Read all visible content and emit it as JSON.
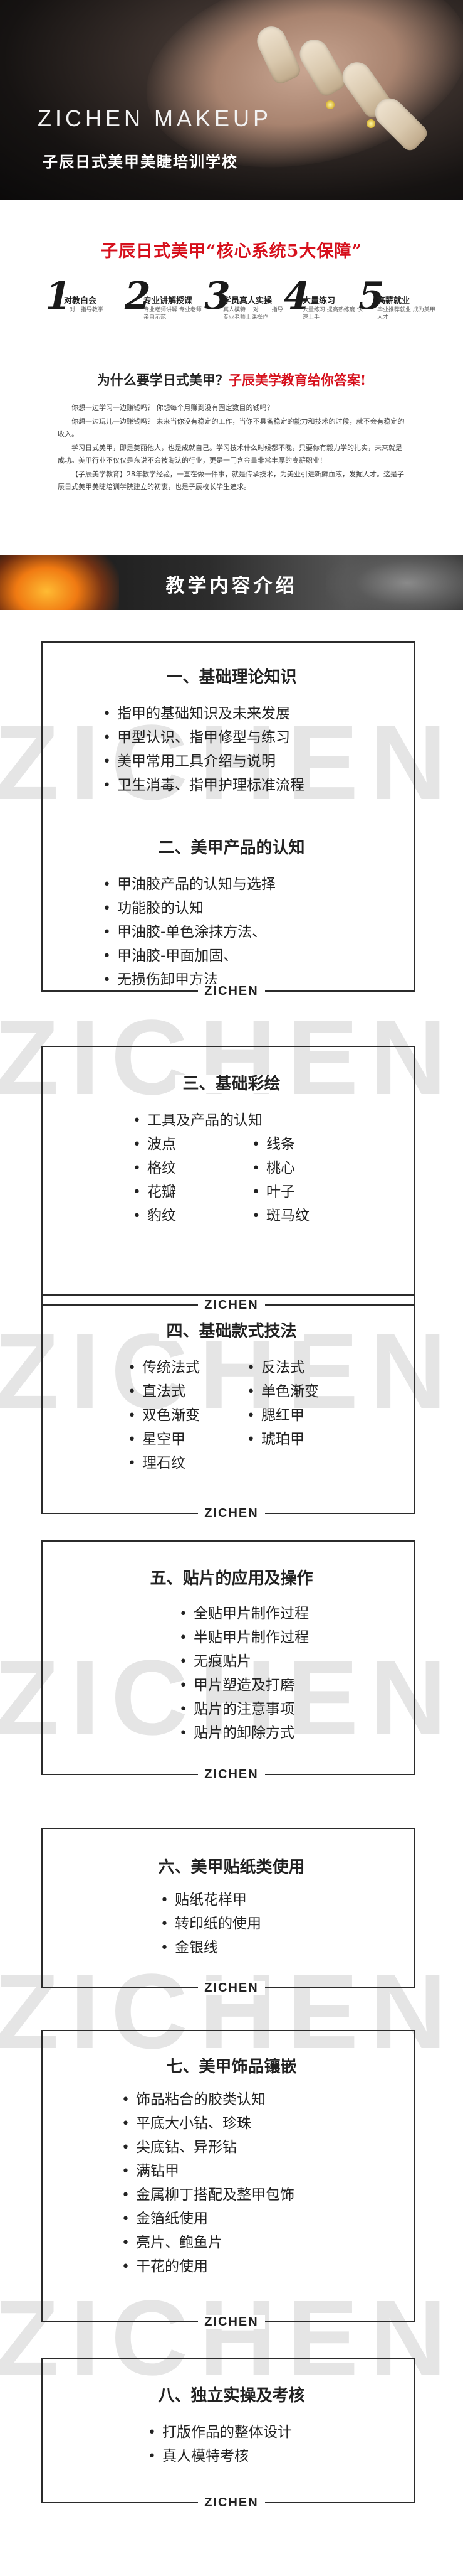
{
  "hero": {
    "brand": "ZICHEN MAKEUP",
    "school": "子辰日式美甲美睫培训学校"
  },
  "guarantee": {
    "title": "子辰日式美甲“核心系统5大保障”",
    "steps": [
      {
        "num": "1",
        "title": "对教白会",
        "sub": "一对一指导教学"
      },
      {
        "num": "2",
        "title": "专业讲解授课",
        "sub": "专业老师讲解 专业老师亲自示范"
      },
      {
        "num": "3",
        "title": "学员真人实操",
        "sub": "真人模特 一对一 一指导专业老师上课操作"
      },
      {
        "num": "4",
        "title": "大量练习",
        "sub": "大量练习 提高熟练度 快速上手"
      },
      {
        "num": "5",
        "title": "高薪就业",
        "sub": "毕业推荐就业 成为美甲人才"
      }
    ]
  },
  "why": {
    "title_part1": "为什么要学日式美甲？",
    "title_part2": "子辰美学教育给你答案!",
    "paragraphs": [
      "你想一边学习一边赚钱吗？ 你想每个月赚到没有固定数目的钱吗？",
      "你想一边玩儿一边赚钱吗？ 未来当你没有稳定的工作，当你不具备稳定的能力和技术的时候，就不会有稳定的收入。",
      "学习日式美甲，即是美丽他人，也是成就自己。学习技术什么时候都不晚，只要你有毅力学的扎实，未来就是成功。美甲行业不仅仅是东说不会被淘汰的行业，更是一门含金量非常丰厚的高薪职业！",
      "【子辰美学教育】28年教学经验，一直在做一件事，就是传承技术，为美业引进新鲜血液，发掘人才。这是子辰日式美甲美睫培训学院建立的初衷，也是子辰校长毕生追求。"
    ]
  },
  "banner": {
    "title": "教学内容介绍"
  },
  "watermark": "ZICHEN",
  "logo": "ZICHEN",
  "sections": {
    "s1": {
      "title": "一、基础理论知识",
      "items": [
        "指甲的基础知识及未来发展",
        "甲型认识、指甲修型与练习",
        "美甲常用工具介绍与说明",
        "卫生消毒、指甲护理标准流程"
      ]
    },
    "s2": {
      "title": "二、美甲产品的认知",
      "items": [
        "甲油胶产品的认知与选择",
        "功能胶的认知",
        "甲油胶-单色涂抹方法、",
        "甲油胶-甲面加固、",
        "无损伤卸甲方法"
      ]
    },
    "s3": {
      "title": "三、基础彩绘",
      "top": "工具及产品的认知",
      "grid": [
        "波点",
        "线条",
        "格纹",
        "桃心",
        "花瓣",
        "叶子",
        "豹纹",
        "斑马纹"
      ]
    },
    "s4": {
      "title": "四、基础款式技法",
      "grid": [
        "传统法式",
        "反法式",
        "直法式",
        "单色渐变",
        "双色渐变",
        "腮红甲",
        "星空甲",
        "琥珀甲"
      ],
      "last": "理石纹"
    },
    "s5": {
      "title": "五、贴片的应用及操作",
      "items": [
        "全贴甲片制作过程",
        "半贴甲片制作过程",
        "无痕贴片",
        "甲片塑造及打磨",
        "贴片的注意事项",
        "贴片的卸除方式"
      ]
    },
    "s6": {
      "title": "六、美甲贴纸类使用",
      "items": [
        "贴纸花样甲",
        "转印纸的使用",
        "金银线"
      ]
    },
    "s7": {
      "title": "七、美甲饰品镶嵌",
      "items": [
        "饰品粘合的胶类认知",
        "平底大小钻、珍珠",
        "尖底钻、异形钻",
        "满钻甲",
        "金属柳丁搭配及整甲包饰",
        "金箔纸使用",
        "亮片、鲍鱼片",
        "干花的使用"
      ]
    },
    "s8": {
      "title": "八、独立实操及考核",
      "items": [
        "打版作品的整体设计",
        "真人模特考核"
      ]
    }
  }
}
